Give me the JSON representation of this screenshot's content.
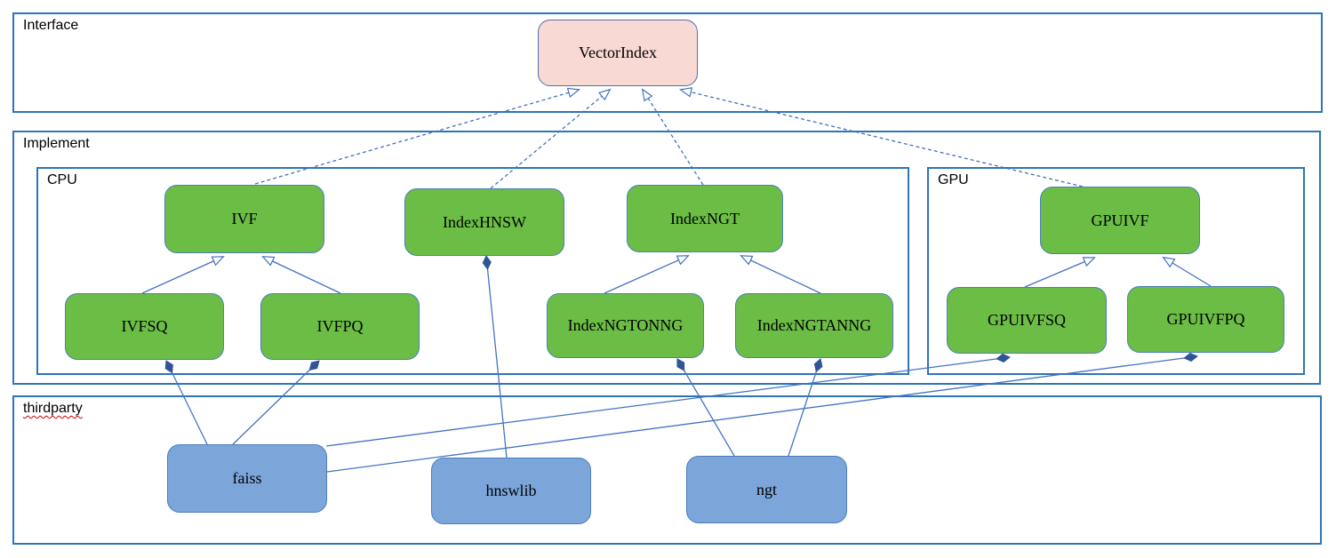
{
  "containers": {
    "interface": {
      "label": "Interface"
    },
    "implement": {
      "label": "Implement"
    },
    "cpu": {
      "label": "CPU"
    },
    "gpu": {
      "label": "GPU"
    },
    "thirdparty": {
      "label": "thirdparty"
    }
  },
  "nodes": {
    "vectorindex": {
      "label": "VectorIndex"
    },
    "ivf": {
      "label": "IVF"
    },
    "indexhnsw": {
      "label": "IndexHNSW"
    },
    "indexngt": {
      "label": "IndexNGT"
    },
    "gpuivf": {
      "label": "GPUIVF"
    },
    "ivfsq": {
      "label": "IVFSQ"
    },
    "ivfpq": {
      "label": "IVFPQ"
    },
    "indexngtonng": {
      "label": "IndexNGTONNG"
    },
    "indexngtanng": {
      "label": "IndexNGTANNG"
    },
    "gpuivfsq": {
      "label": "GPUIVFSQ"
    },
    "gpuivfpq": {
      "label": "GPUIVFPQ"
    },
    "faiss": {
      "label": "faiss"
    },
    "hnswlib": {
      "label": "hnswlib"
    },
    "ngt": {
      "label": "ngt"
    }
  },
  "edges": [
    {
      "from": "IVF",
      "to": "VectorIndex",
      "type": "realization-dashed-open-arrow"
    },
    {
      "from": "IndexHNSW",
      "to": "VectorIndex",
      "type": "realization-dashed-open-arrow"
    },
    {
      "from": "IndexNGT",
      "to": "VectorIndex",
      "type": "realization-dashed-open-arrow"
    },
    {
      "from": "GPUIVF",
      "to": "VectorIndex",
      "type": "realization-dashed-open-arrow"
    },
    {
      "from": "IVFSQ",
      "to": "IVF",
      "type": "generalization-open-arrow"
    },
    {
      "from": "IVFPQ",
      "to": "IVF",
      "type": "generalization-open-arrow"
    },
    {
      "from": "IndexNGTONNG",
      "to": "IndexNGT",
      "type": "generalization-open-arrow"
    },
    {
      "from": "IndexNGTANNG",
      "to": "IndexNGT",
      "type": "generalization-open-arrow"
    },
    {
      "from": "GPUIVFSQ",
      "to": "GPUIVF",
      "type": "generalization-open-arrow"
    },
    {
      "from": "GPUIVFPQ",
      "to": "GPUIVF",
      "type": "generalization-open-arrow"
    },
    {
      "from": "IndexHNSW",
      "to": "hnswlib",
      "type": "composition-filled-diamond"
    },
    {
      "from": "IVFSQ",
      "to": "faiss",
      "type": "composition-filled-diamond"
    },
    {
      "from": "IVFPQ",
      "to": "faiss",
      "type": "composition-filled-diamond"
    },
    {
      "from": "IndexNGTONNG",
      "to": "ngt",
      "type": "composition-filled-diamond"
    },
    {
      "from": "IndexNGTANNG",
      "to": "ngt",
      "type": "composition-filled-diamond"
    },
    {
      "from": "GPUIVFSQ",
      "to": "faiss",
      "type": "composition-filled-diamond"
    },
    {
      "from": "GPUIVFPQ",
      "to": "faiss",
      "type": "composition-filled-diamond"
    }
  ],
  "colors": {
    "node_green": "#6bbd45",
    "node_pink": "#f9d9d4",
    "node_blue": "#7ca5d9",
    "container_border": "#2e75b6",
    "connector": "#4472c4",
    "diamond_fill": "#2f5597",
    "spellcheck_underline": "#cc0000"
  }
}
